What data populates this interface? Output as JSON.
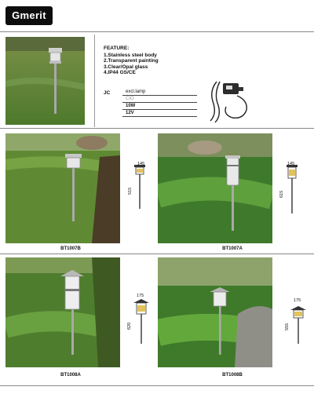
{
  "brand": "Gmerit",
  "features": {
    "heading": "FEATURE:",
    "items": [
      "1.Stainless steel body",
      "2.Transparent painting",
      "3.Clear/Opal glass",
      "4.IP44  GS/CE"
    ]
  },
  "specs": {
    "label": "JC",
    "rows": [
      "excl.lamp",
      "CIO",
      "10W",
      "12V"
    ]
  },
  "products": [
    {
      "code": "BT1007B",
      "width": "145",
      "height": "515"
    },
    {
      "code": "BT1007A",
      "width": "145",
      "height": "615"
    },
    {
      "code": "BT1008A",
      "width": "175",
      "height": "620"
    },
    {
      "code": "BT1008B",
      "width": "175",
      "height": "555"
    }
  ]
}
